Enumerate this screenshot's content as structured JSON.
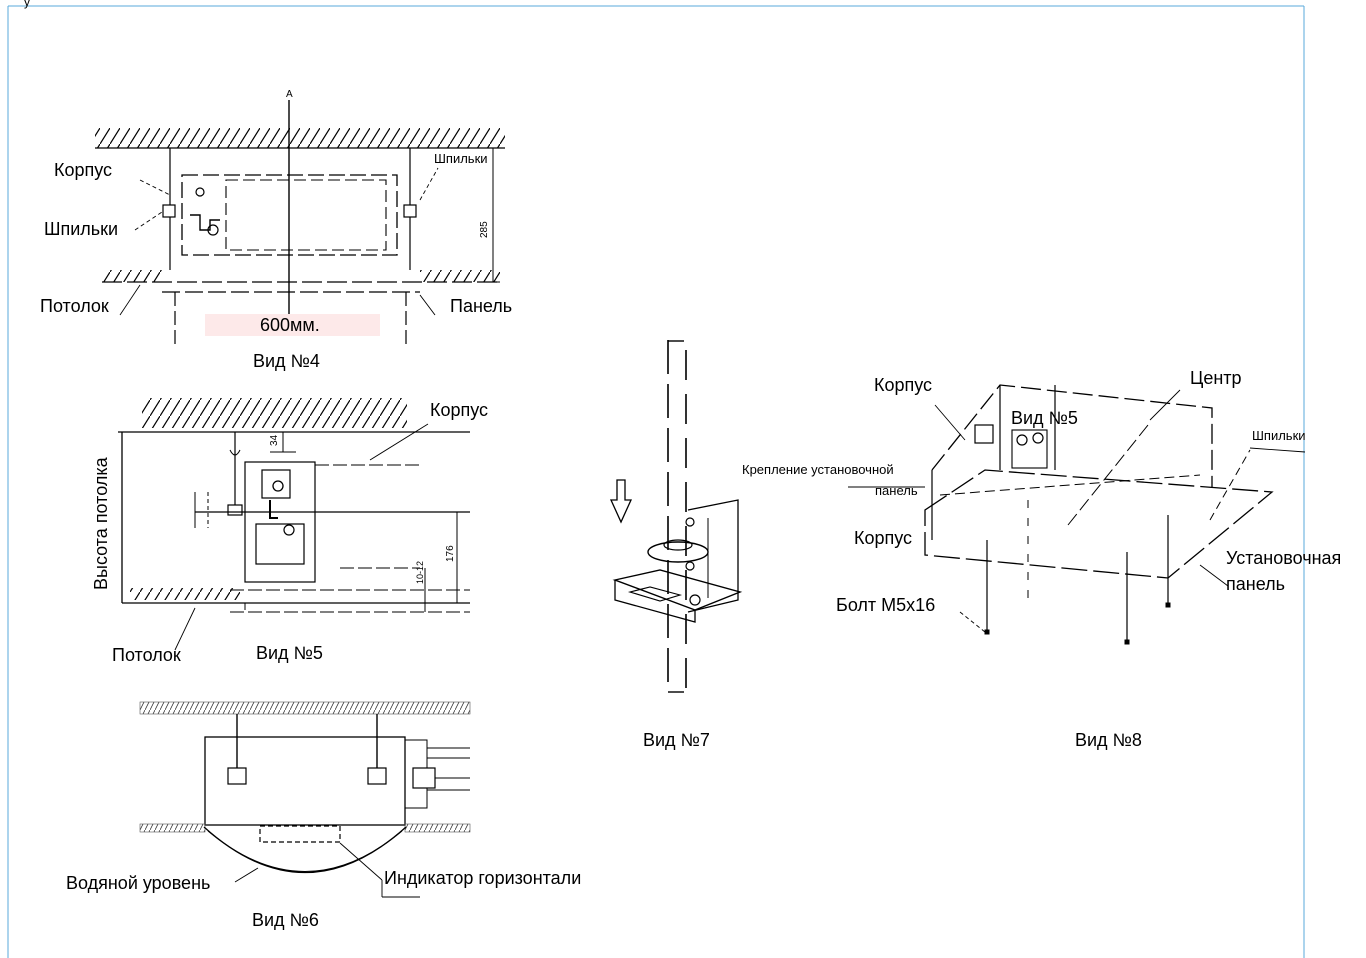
{
  "page": {
    "frame_color": "#5aaadb",
    "dimension_box_color": "#fde9e9",
    "top_fragment": "у    "
  },
  "view4": {
    "caption": "Вид №4",
    "axis_mark": "A",
    "body_label": "Корпус",
    "studs_left_label": "Шпильки",
    "studs_right_label": "Шпильки",
    "ceiling_label": "Потолок",
    "panel_label": "Панель",
    "width_label": "600мм.",
    "height_dim": "285"
  },
  "view5": {
    "caption": "Вид №5",
    "body_label": "Корпус",
    "ceiling_height_label": "Высота потолка",
    "ceiling_label": "Потолок",
    "dim_top": "34",
    "dim_right": "176",
    "dim_gap": "10-12"
  },
  "view6": {
    "caption": "Вид №6",
    "water_level_label": "Водяной уровень",
    "indicator_label": "Индикатор горизонтали"
  },
  "view7": {
    "caption": "Вид №7"
  },
  "view8": {
    "caption": "Вид №8",
    "body_label_top": "Корпус",
    "center_label": "Центр",
    "view5_ref": "Вид №5",
    "studs_label": "Шпильки",
    "mount_label_1": "Крепление установочной",
    "mount_label_2": "панель",
    "body_label_bottom": "Корпус",
    "panel_label_1": "Установочная",
    "panel_label_2": "панель",
    "bolt_label": "Болт М5х16"
  }
}
